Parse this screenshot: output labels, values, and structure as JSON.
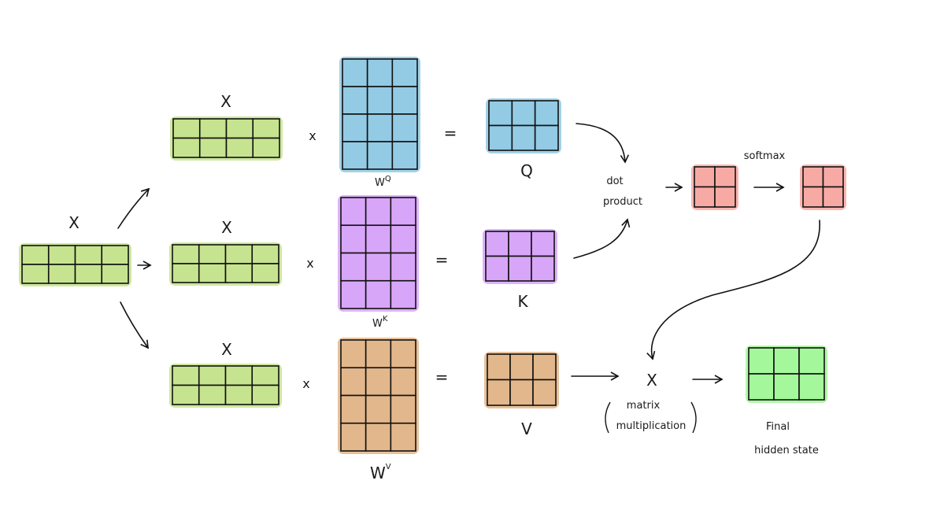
{
  "colors": {
    "input": "#c6e48f",
    "query": "#93cae4",
    "key": "#d8a6f8",
    "value": "#e2b78b",
    "scores": "#f7aaa4",
    "output": "#a4f79a",
    "ink": "#111111"
  },
  "labels": {
    "x_main": "X",
    "x_q": "X",
    "x_k": "X",
    "x_v": "X",
    "times_q": "x",
    "times_k": "x",
    "times_v": "x",
    "equals_q": "=",
    "equals_k": "=",
    "equals_v": "=",
    "wq_base": "W",
    "wq_sup": "Q",
    "wk_base": "W",
    "wk_sup": "K",
    "wv_base": "W",
    "wv_sup": "V",
    "q": "Q",
    "k": "K",
    "v": "V",
    "dot": "dot",
    "product": "product",
    "softmax": "softmax",
    "mult_symbol": "X",
    "matrix": "matrix",
    "multiplication": "multiplication",
    "final": "Final",
    "hidden_state": "hidden state"
  },
  "matrices": {
    "x_main": {
      "rows": 2,
      "cols": 4
    },
    "x_q": {
      "rows": 2,
      "cols": 4
    },
    "x_k": {
      "rows": 2,
      "cols": 4
    },
    "x_v": {
      "rows": 2,
      "cols": 4
    },
    "wq": {
      "rows": 4,
      "cols": 3
    },
    "wk": {
      "rows": 4,
      "cols": 3
    },
    "wv": {
      "rows": 4,
      "cols": 3
    },
    "q": {
      "rows": 2,
      "cols": 3
    },
    "k": {
      "rows": 2,
      "cols": 3
    },
    "v": {
      "rows": 2,
      "cols": 3
    },
    "scores": {
      "rows": 2,
      "cols": 2
    },
    "softmax_scores": {
      "rows": 2,
      "cols": 2
    },
    "final": {
      "rows": 2,
      "cols": 3
    }
  }
}
